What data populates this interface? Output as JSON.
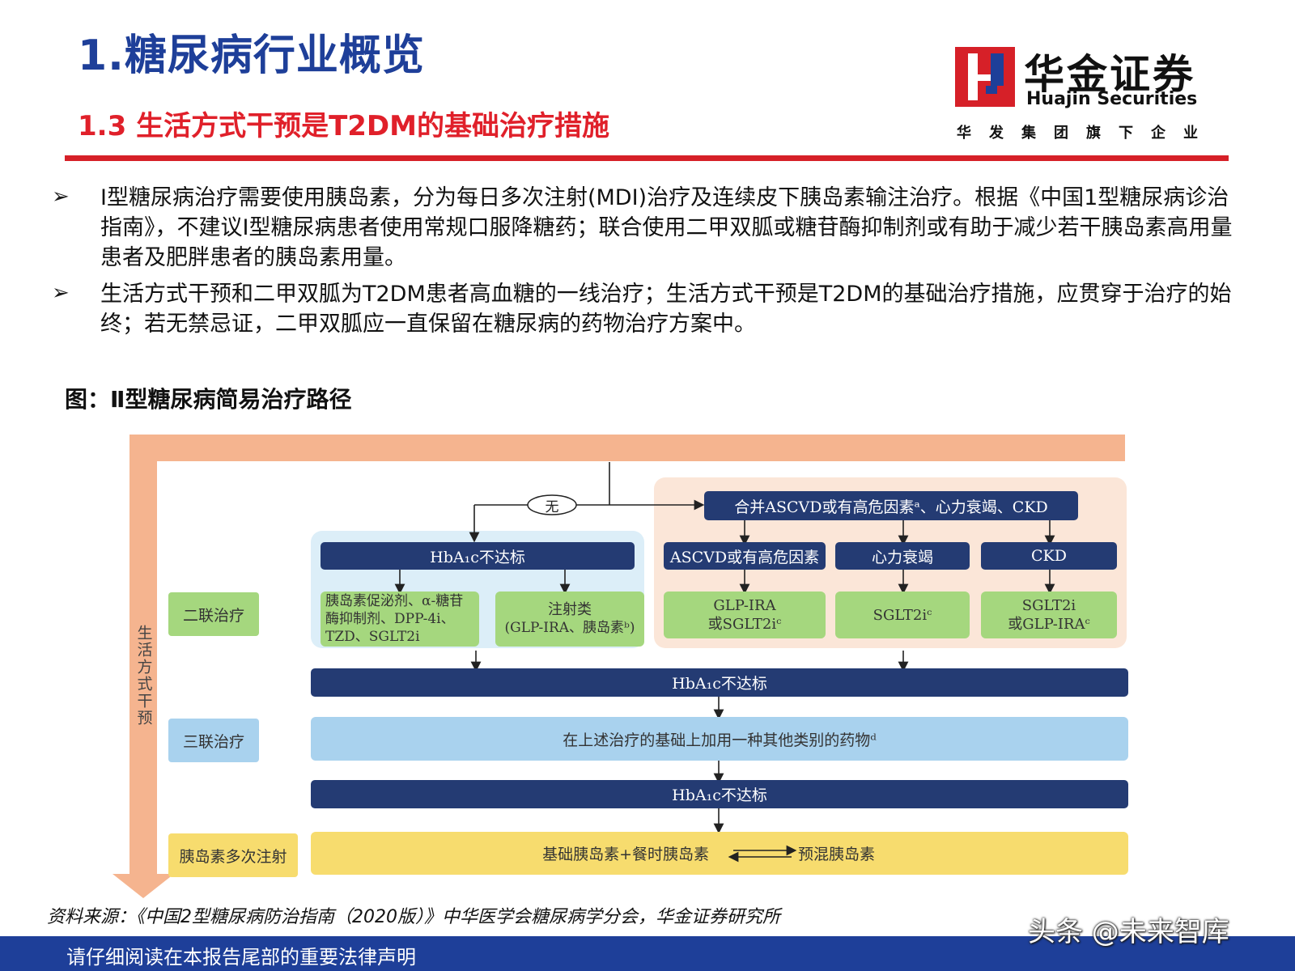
{
  "header": {
    "title": "1.糖尿病行业概览",
    "subtitle": "1.3 生活方式干预是T2DM的基础治疗措施"
  },
  "logo": {
    "name_cn": "华金证券",
    "name_en": "Huajin Securities",
    "tagline": "华发集团旗下企业",
    "brand_color": "#d62028"
  },
  "bullets": [
    {
      "icon": "arrow-bullet-icon",
      "text": "Ⅰ型糖尿病治疗需要使用胰岛素，分为每日多次注射(MDI)治疗及连续皮下胰岛素输注治疗。根据《中国1型糖尿病诊治指南》，不建议Ⅰ型糖尿病患者使用常规口服降糖药；联合使用二甲双胍或糖苷酶抑制剂或有助于减少若干胰岛素高用量患者及肥胖患者的胰岛素用量。"
    },
    {
      "icon": "arrow-bullet-icon",
      "text": "生活方式干预和二甲双胍为T2DM患者高血糖的一线治疗；生活方式干预是T2DM的基础治疗措施，应贯穿于治疗的始终；若无禁忌证，二甲双胍应一直保留在糖尿病的药物治疗方案中。"
    }
  ],
  "figure": {
    "title": "图：Ⅱ型糖尿病简易治疗路径",
    "lifestyle": "生活方式干预",
    "no_label": "无",
    "stages": {
      "dual": "二联治疗",
      "triple": "三联治疗",
      "insulin": "胰岛素多次注射"
    },
    "hba1c_label": "HbA₁c不达标",
    "left_branch": {
      "oral": "胰岛素促泌剂、α-糖苷酶抑制剂、DPP-4i、TZD、SGLT2i",
      "injection_line1": "注射类",
      "injection_line2": "(GLP-IRA、胰岛素ᵇ)"
    },
    "right_branch": {
      "header": "合并ASCVD或有高危因素ᵃ、心力衰竭、CKD",
      "ascvd": "ASCVD或有高危因素",
      "hf": "心力衰竭",
      "ckd": "CKD",
      "ascvd_tx_line1": "GLP-IRA",
      "ascvd_tx_line2": "或SGLT2iᶜ",
      "hf_tx": "SGLT2iᶜ",
      "ckd_tx_line1": "SGLT2i",
      "ckd_tx_line2": "或GLP-IRAᶜ"
    },
    "triple_text": "在上述治疗的基础上加用一种其他类别的药物ᵈ",
    "insulin_left": "基础胰岛素+餐时胰岛素",
    "insulin_right": "预混胰岛素",
    "colors": {
      "navy": "#243b73",
      "green": "#a5d77e",
      "light_blue": "#a9d2ee",
      "yellow": "#f7dc6e",
      "orange": "#f5b48f"
    }
  },
  "source": "资料来源：《中国2型糖尿病防治指南（2020版）》中华医学会糖尿病学分会，华金证券研究所",
  "footer": "请仔细阅读在本报告尾部的重要法律声明",
  "watermark": "头条 @未来智库"
}
